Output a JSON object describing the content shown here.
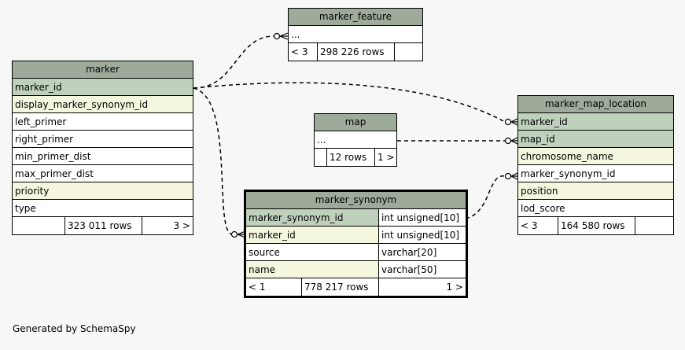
{
  "credit": "Generated by SchemaSpy",
  "tables": {
    "marker_feature": {
      "title": "marker_feature",
      "rows": [
        "..."
      ],
      "footer": [
        "< 3",
        "298 226 rows",
        ""
      ]
    },
    "marker": {
      "title": "marker",
      "rows": [
        "marker_id",
        "display_marker_synonym_id",
        "left_primer",
        "right_primer",
        "min_primer_dist",
        "max_primer_dist",
        "priority",
        "type"
      ],
      "footer": [
        "",
        "323 011 rows",
        "3 >"
      ]
    },
    "map": {
      "title": "map",
      "rows": [
        "..."
      ],
      "footer": [
        "",
        "12 rows",
        "1 >"
      ]
    },
    "marker_synonym": {
      "title": "marker_synonym",
      "rows": [
        {
          "name": "marker_synonym_id",
          "type": "int unsigned[10]"
        },
        {
          "name": "marker_id",
          "type": "int unsigned[10]"
        },
        {
          "name": "source",
          "type": "varchar[20]"
        },
        {
          "name": "name",
          "type": "varchar[50]"
        }
      ],
      "footer": [
        "< 1",
        "778 217 rows",
        "1 >"
      ]
    },
    "marker_map_location": {
      "title": "marker_map_location",
      "rows": [
        "marker_id",
        "map_id",
        "chromosome_name",
        "marker_synonym_id",
        "position",
        "lod_score"
      ],
      "footer": [
        "< 3",
        "164 580 rows",
        ""
      ]
    }
  },
  "colors": {
    "background": "#f7f7f7",
    "header": "#9eab9b",
    "primary_key": "#bfd0bd",
    "indexed": "#f4f7de",
    "border": "#000000"
  }
}
